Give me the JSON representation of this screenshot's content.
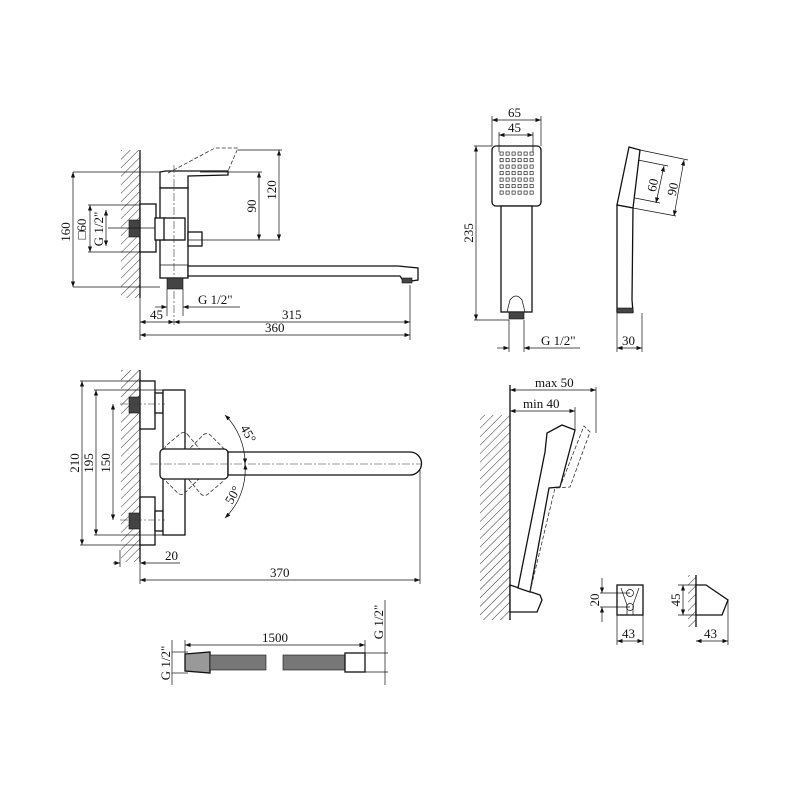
{
  "side_view": {
    "dim_120": "120",
    "dim_90": "90",
    "dim_160": "160",
    "square_60": "□60",
    "inlet_thread": "G 1/2\"",
    "outlet_thread": "G 1/2\"",
    "dim_45": "45",
    "dim_315": "315",
    "dim_360": "360"
  },
  "top_view": {
    "dim_210": "210",
    "dim_195": "195",
    "dim_150": "150",
    "angle_45": "45°",
    "angle_50": "50°",
    "dim_20": "20",
    "dim_370": "370"
  },
  "hose": {
    "left_thread": "G 1/2\"",
    "length": "1500",
    "right_thread": "G 1/2\""
  },
  "hand_shower": {
    "width_65": "65",
    "face_45": "45",
    "length_235": "235",
    "thread": "G 1/2\"",
    "face_60": "60",
    "head_90": "90",
    "depth_30": "30"
  },
  "holder": {
    "max_label": "max 50",
    "min_label": "min 40",
    "dim_20": "20",
    "front_width_43": "43",
    "height_45": "45",
    "side_width_43": "43"
  }
}
